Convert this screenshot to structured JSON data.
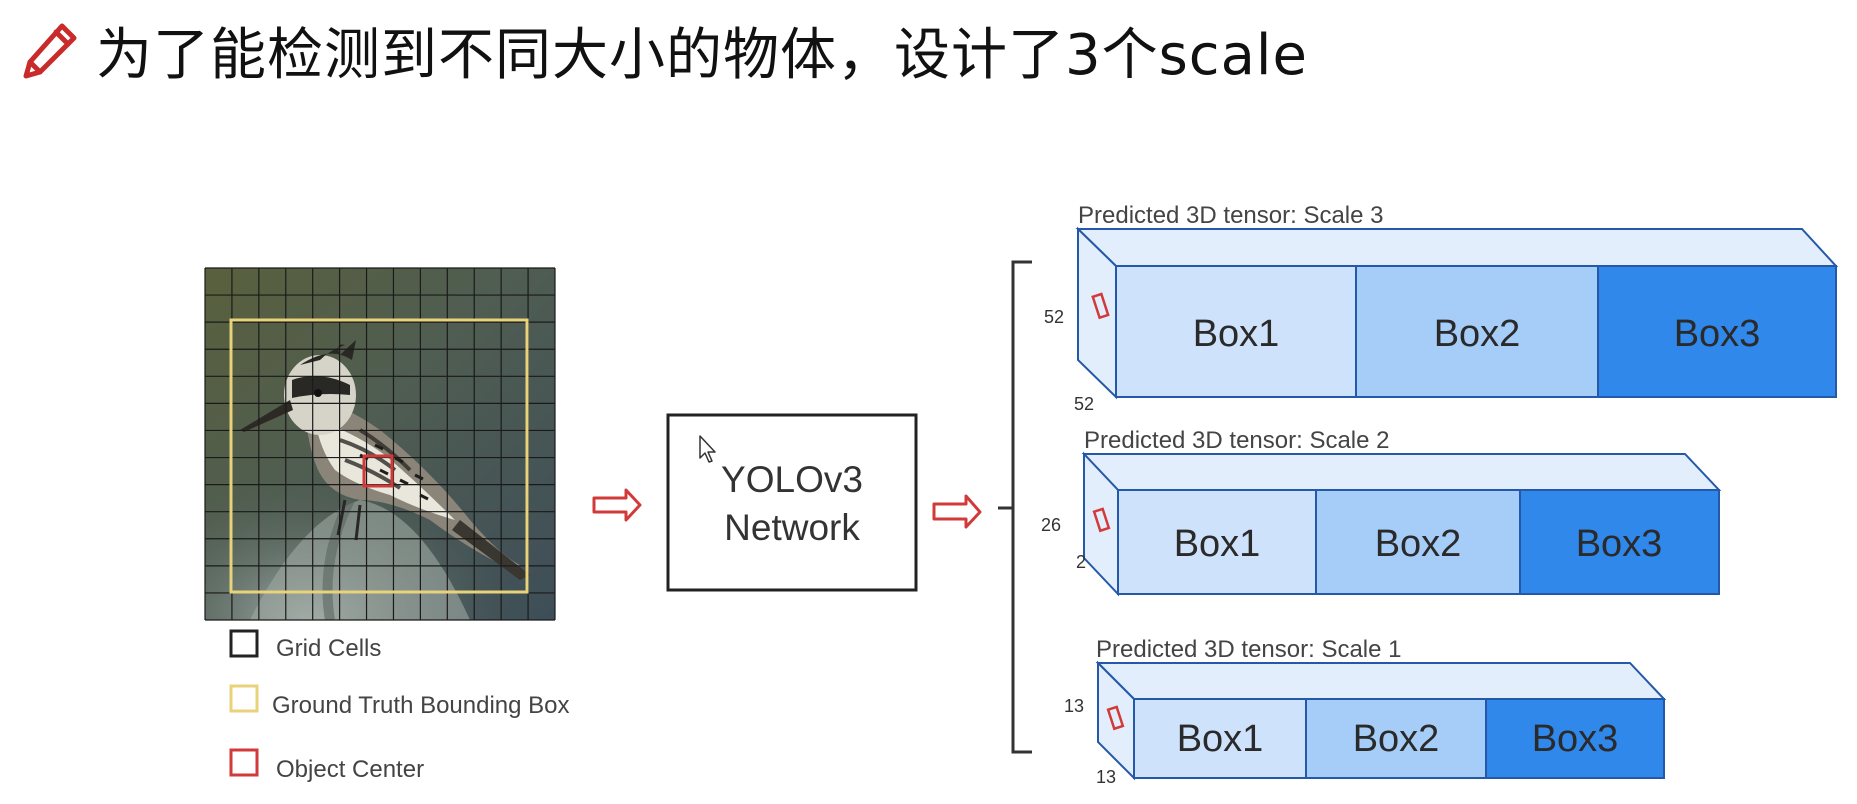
{
  "title": "为了能检测到不同大小的物体，设计了3个scale",
  "icons": {
    "title_icon": "pencil-icon",
    "arrow": "outline-right-arrow-icon",
    "cursor": "mouse-pointer-icon"
  },
  "legend": [
    {
      "label": "Grid Cells",
      "color": "#222222"
    },
    {
      "label": "Ground Truth Bounding Box",
      "color": "#e8d27a"
    },
    {
      "label": "Object Center",
      "color": "#d23a3a"
    }
  ],
  "network": {
    "line1": "YOLOv3",
    "line2": "Network"
  },
  "tensors": [
    {
      "caption": "Predicted 3D tensor: Scale 3",
      "height_label": "52",
      "depth_label": "52",
      "boxes": [
        "Box1",
        "Box2",
        "Box3"
      ]
    },
    {
      "caption": "Predicted 3D tensor: Scale 2",
      "height_label": "26",
      "depth_label": "2",
      "boxes": [
        "Box1",
        "Box2",
        "Box3"
      ]
    },
    {
      "caption": "Predicted 3D tensor: Scale 1",
      "height_label": "13",
      "depth_label": "13",
      "boxes": [
        "Box1",
        "Box2",
        "Box3"
      ]
    }
  ],
  "colors": {
    "box1": "#cfe2fb",
    "box2": "#a6cdf8",
    "box3": "#2f88ea",
    "outline": "#2458a8",
    "arrow": "#d23a3a",
    "title_icon": "#c92a2a"
  }
}
